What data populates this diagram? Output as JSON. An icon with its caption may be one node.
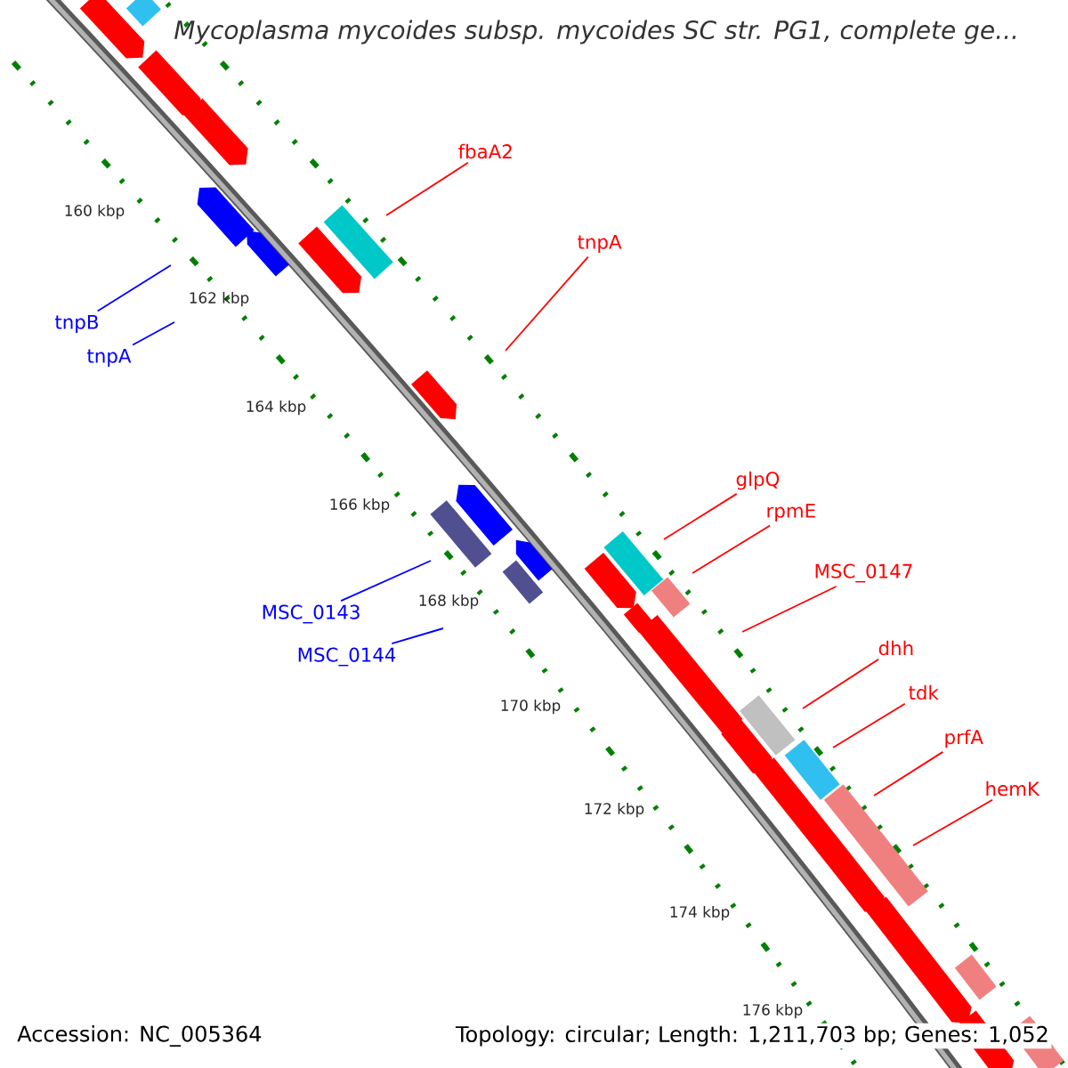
{
  "diagram": {
    "title": "Mycoplasma mycoides subsp. mycoides SC str. PG1, complete ge...",
    "nodes": [
      {
        "text": [
          "fbaA2"
        ]
      },
      {
        "text": [
          "tnpA"
        ]
      },
      {
        "text": [
          "tnpB"
        ]
      },
      {
        "text": [
          "tnpA"
        ]
      },
      {
        "text": [
          "glpQ"
        ]
      },
      {
        "text": [
          "rpmE"
        ]
      },
      {
        "text": [
          "MSC_0147"
        ]
      },
      {
        "text": [
          "MSC_0143"
        ]
      },
      {
        "text": [
          "dhh"
        ]
      },
      {
        "text": [
          "MSC_0144"
        ]
      },
      {
        "text": [
          "tdk"
        ]
      },
      {
        "text": [
          "prfA"
        ]
      },
      {
        "text": [
          "hemK"
        ]
      }
    ],
    "edges": [
      {
        "from": 0,
        "to": null,
        "arrow": "none"
      },
      {
        "from": 1,
        "to": null,
        "arrow": "none"
      },
      {
        "from": 2,
        "to": null,
        "arrow": "none",
        "color": "#0000ff"
      },
      {
        "from": 3,
        "to": null,
        "arrow": "none",
        "color": "#0000ff"
      },
      {
        "from": 4,
        "to": null,
        "arrow": "none"
      },
      {
        "from": 5,
        "to": null,
        "arrow": "none"
      },
      {
        "from": 6,
        "to": null,
        "arrow": "none"
      },
      {
        "from": 7,
        "to": null,
        "arrow": "none",
        "color": "#0000ff"
      },
      {
        "from": 8,
        "to": null,
        "arrow": "none"
      },
      {
        "from": 9,
        "to": null,
        "arrow": "none",
        "color": "#0000ff"
      },
      {
        "from": 10,
        "to": null,
        "arrow": "none"
      },
      {
        "from": 11,
        "to": null,
        "arrow": "none"
      },
      {
        "from": 12,
        "to": null,
        "arrow": "none"
      }
    ],
    "labels": [
      "160 kbp",
      "162 kbp",
      "164 kbp",
      "166 kbp",
      "168 kbp",
      "170 kbp",
      "172 kbp",
      "174 kbp",
      "176 kbp",
      "Accession: NC_005364",
      "Topology: circular; Length: 1,211,703 bp; Genes: 1,052"
    ]
  }
}
